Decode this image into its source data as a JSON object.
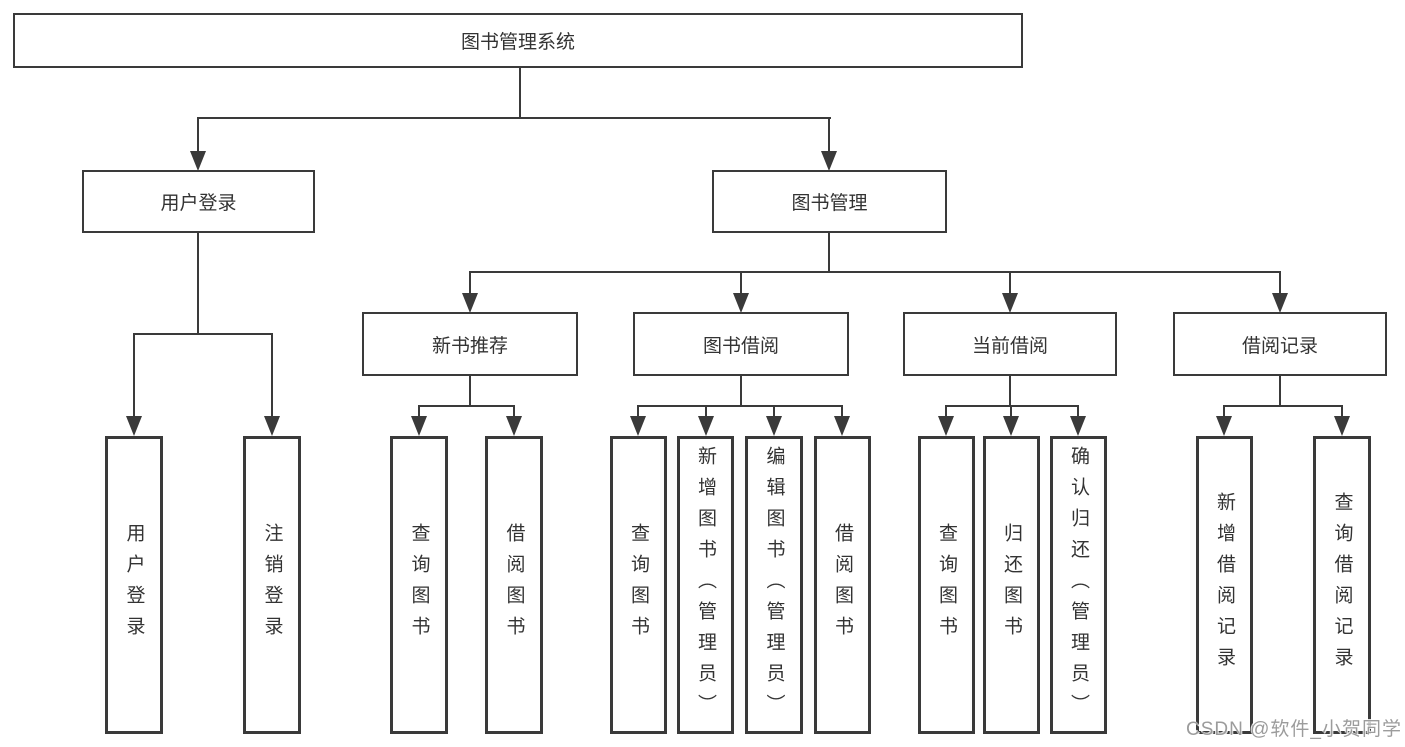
{
  "diagram": {
    "root": "图书管理系统",
    "level2": [
      "用户登录",
      "图书管理"
    ],
    "level3": [
      "新书推荐",
      "图书借阅",
      "当前借阅",
      "借阅记录"
    ],
    "groups": [
      {
        "parent": "用户登录",
        "children": [
          "用户登录",
          "注销登录"
        ]
      },
      {
        "parent": "新书推荐",
        "children": [
          "查询图书",
          "借阅图书"
        ]
      },
      {
        "parent": "图书借阅",
        "children": [
          "查询图书",
          "新增图书（管理员）",
          "编辑图书（管理员）",
          "借阅图书"
        ]
      },
      {
        "parent": "当前借阅",
        "children": [
          "查询图书",
          "归还图书",
          "确认归还（管理员）"
        ]
      },
      {
        "parent": "借阅记录",
        "children": [
          "新增借阅记录",
          "查询借阅记录"
        ]
      }
    ]
  },
  "watermark": "CSDN @软件_小贺同学",
  "colors": {
    "line": "#3a3a3a",
    "text": "#333333",
    "watermark": "#9c9c9c",
    "background": "#ffffff"
  }
}
